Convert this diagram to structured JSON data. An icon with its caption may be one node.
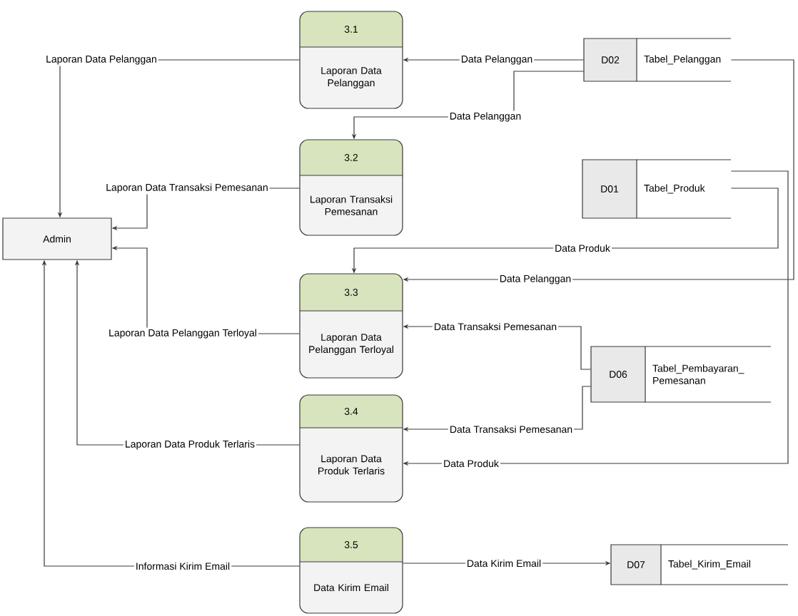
{
  "diagram": {
    "nodes": [
      {
        "text": [
          "Admin"
        ]
      },
      {
        "text": [
          "3.1",
          "Laporan Data Pelanggan"
        ]
      },
      {
        "text": [
          "3.2",
          "Laporan Transaksi Pemesanan"
        ]
      },
      {
        "text": [
          "3.3",
          "Laporan Data Pelanggan Terloyal"
        ]
      },
      {
        "text": [
          "3.4",
          "Laporan Data Produk Terlaris"
        ]
      },
      {
        "text": [
          "3.5",
          "Data Kirim Email"
        ]
      },
      {
        "text": [
          "D02",
          "Tabel_Pelanggan"
        ]
      },
      {
        "text": [
          "D01",
          "Tabel_Produk"
        ]
      },
      {
        "text": [
          "D06",
          "Tabel_Pembayaran_ Pemesanan"
        ]
      },
      {
        "text": [
          "D07",
          "Tabel_Kirim_Email"
        ]
      }
    ],
    "edges": [
      {
        "from": 1,
        "to": 0,
        "arrow": "to",
        "label": "Laporan Data Pelanggan"
      },
      {
        "from": 6,
        "to": 1,
        "arrow": "to",
        "label": "Data Pelanggan"
      },
      {
        "from": 6,
        "to": 2,
        "arrow": "to",
        "label": "Data Pelanggan"
      },
      {
        "from": 2,
        "to": 0,
        "arrow": "to",
        "label": "Laporan Data Transaksi Pemesanan"
      },
      {
        "from": 7,
        "to": 3,
        "arrow": "to",
        "label": "Data Produk"
      },
      {
        "from": 6,
        "to": 3,
        "arrow": "to",
        "label": "Data Pelanggan"
      },
      {
        "from": 8,
        "to": 3,
        "arrow": "to",
        "label": "Data Transaksi Pemesanan"
      },
      {
        "from": 3,
        "to": 0,
        "arrow": "to",
        "label": "Laporan Data Pelanggan Terloyal"
      },
      {
        "from": 8,
        "to": 4,
        "arrow": "to",
        "label": "Data Transaksi Pemesanan"
      },
      {
        "from": 4,
        "to": 0,
        "arrow": "to",
        "label": "Laporan Data Produk Terlaris"
      },
      {
        "from": 7,
        "to": 4,
        "arrow": "to",
        "label": "Data Produk"
      },
      {
        "from": 5,
        "to": 0,
        "arrow": "to",
        "label": "Informasi Kirim Email"
      },
      {
        "from": 5,
        "to": 9,
        "arrow": "to",
        "label": "Data Kirim Email"
      }
    ]
  }
}
